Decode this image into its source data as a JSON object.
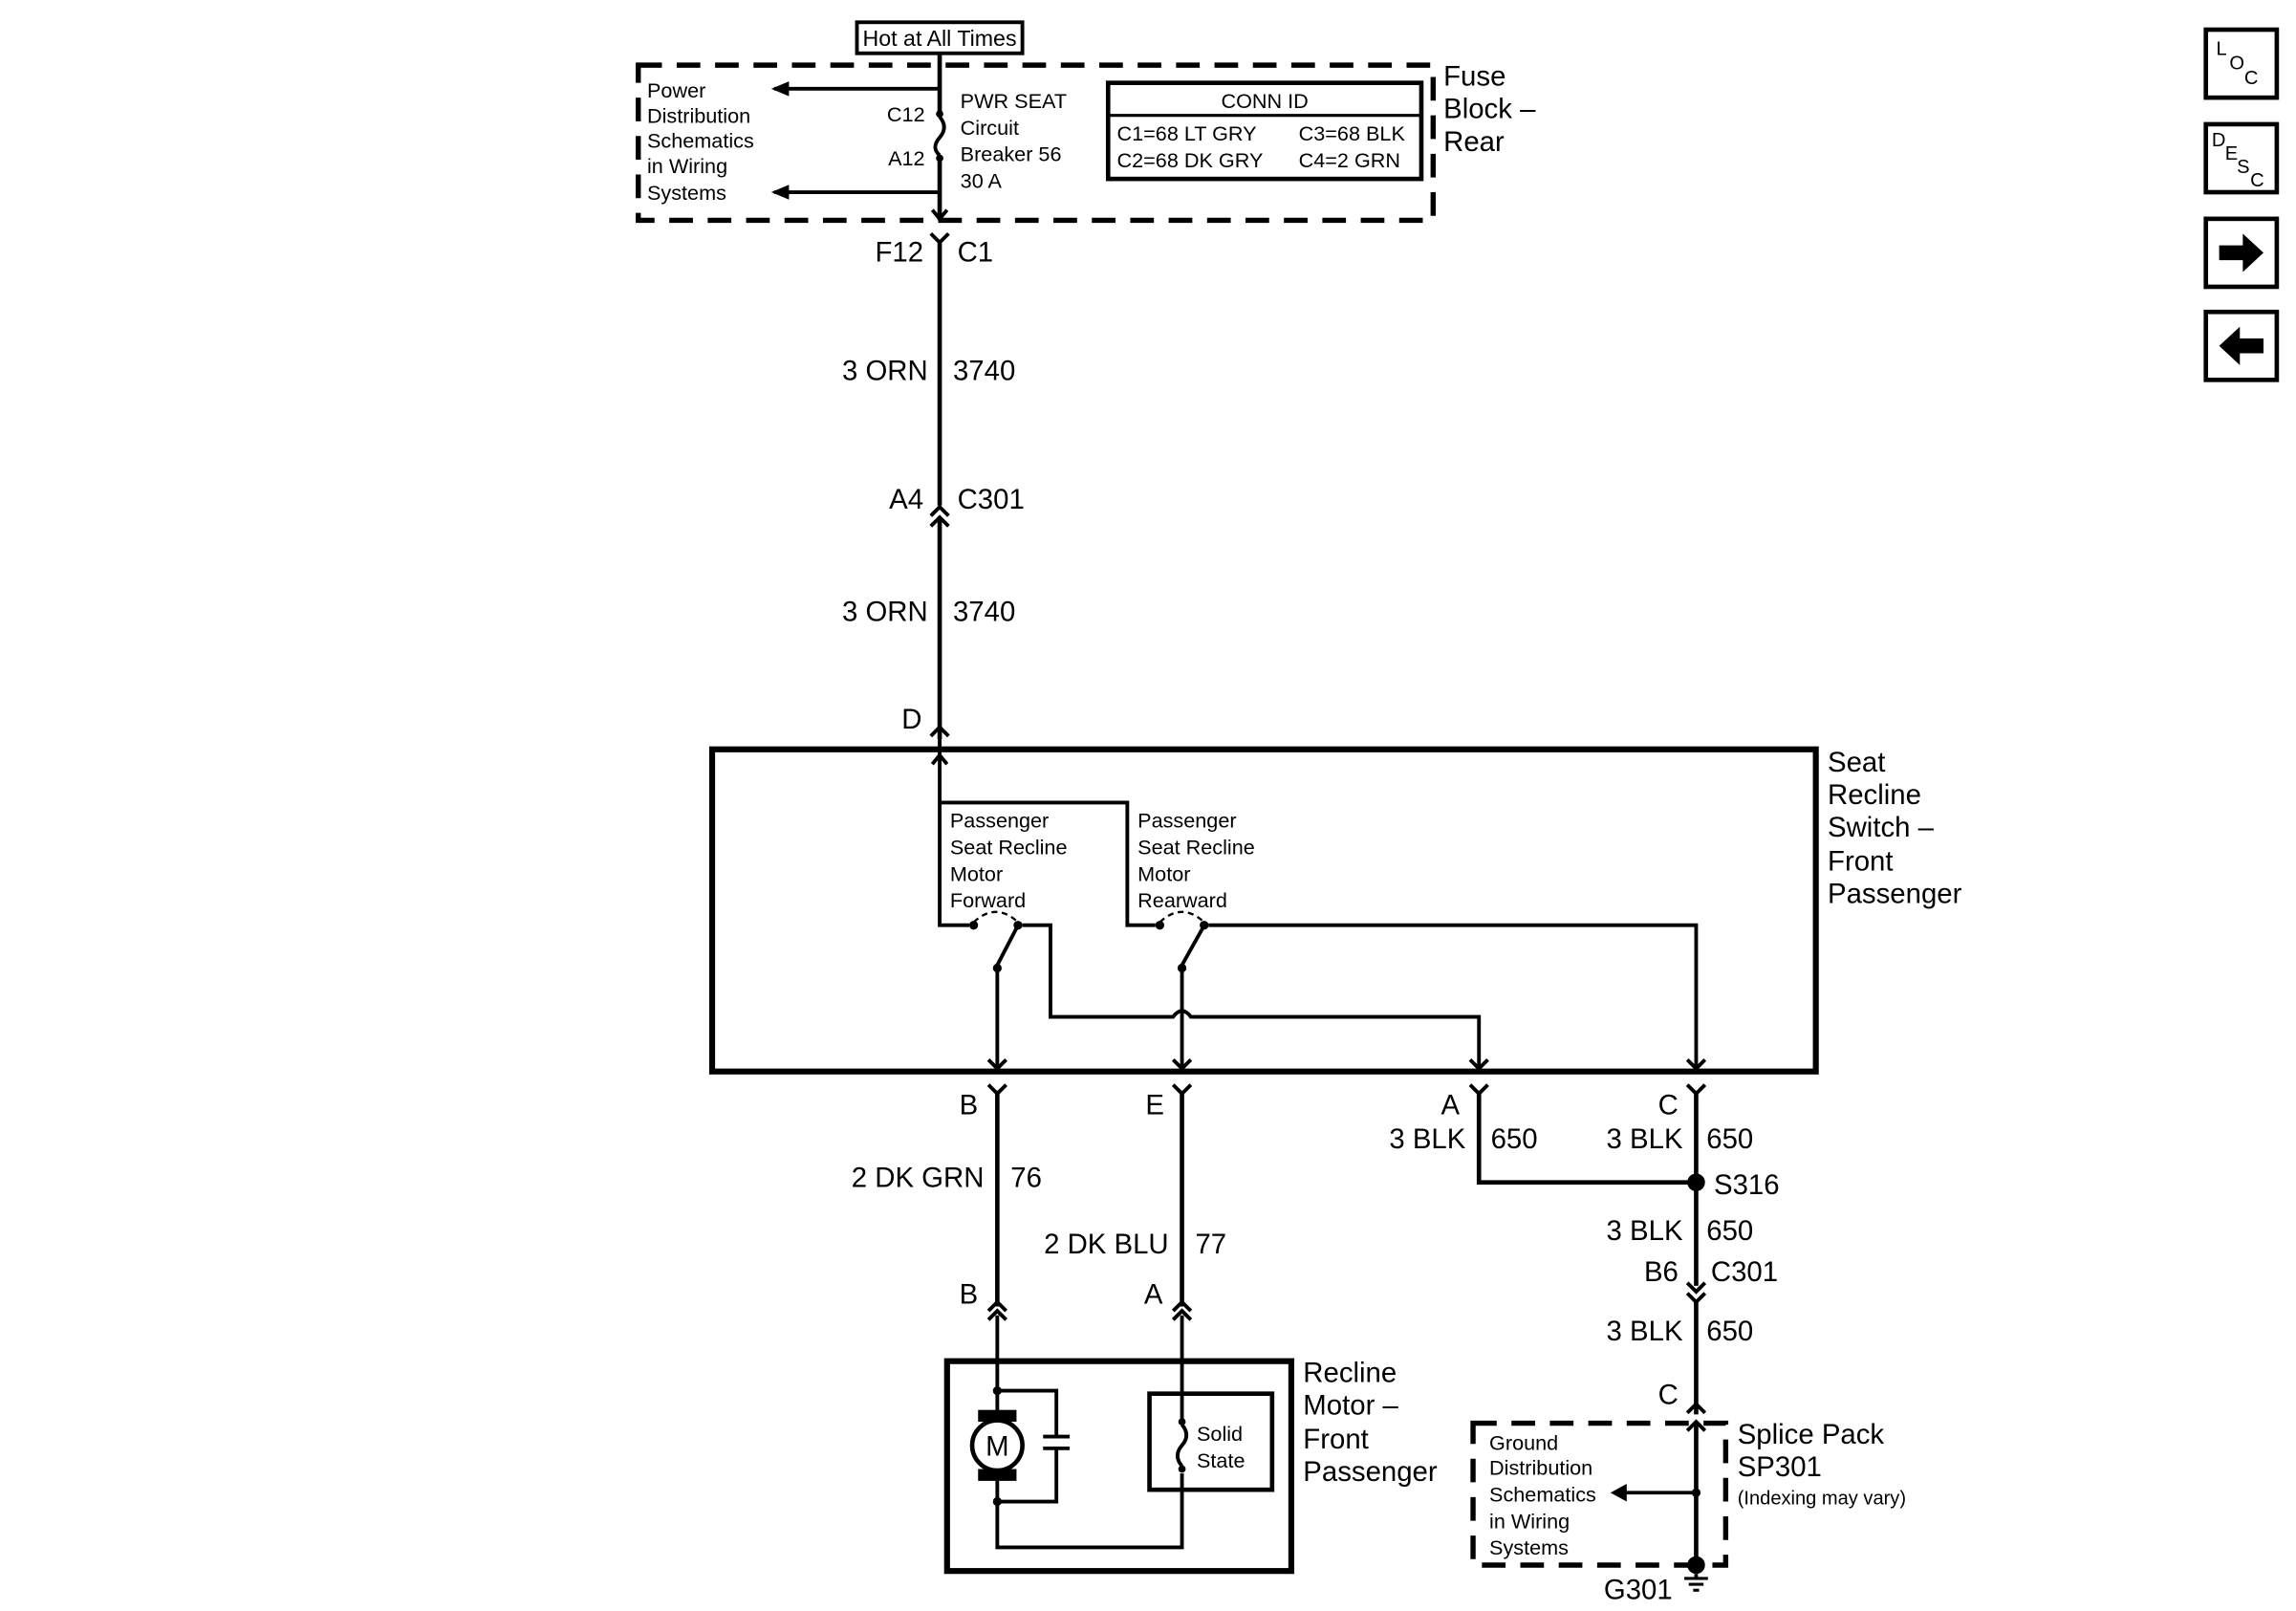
{
  "supply": {
    "label": "Hot at All Times"
  },
  "fuse_block": {
    "name_lines": [
      "Fuse",
      "Block –",
      "Rear"
    ],
    "left_note_lines": [
      "Power",
      "Distribution",
      "Schematics",
      "in Wiring",
      "Systems"
    ],
    "pin_top": "C12",
    "pin_bottom": "A12",
    "breaker_lines": [
      "PWR SEAT",
      "Circuit",
      "Breaker 56",
      "30 A"
    ],
    "conn_id": {
      "title": "CONN ID",
      "c1": "C1=68 LT GRY",
      "c3": "C3=68 BLK",
      "c2": "C2=68 DK GRY",
      "c4": "C4=2 GRN"
    },
    "terminal": "F12",
    "connector": "C1"
  },
  "wire_upper": {
    "gauge_color": "3 ORN",
    "circuit": "3740"
  },
  "c301_top": {
    "pin": "A4",
    "connector": "C301"
  },
  "wire_mid": {
    "gauge_color": "3 ORN",
    "circuit": "3740"
  },
  "switch": {
    "pin_in": "D",
    "name_lines": [
      "Seat",
      "Recline",
      "Switch –",
      "Front",
      "Passenger"
    ],
    "forward_lines": [
      "Passenger",
      "Seat Recline",
      "Motor",
      "Forward"
    ],
    "rearward_lines": [
      "Passenger",
      "Seat Recline",
      "Motor",
      "Rearward"
    ],
    "pins": {
      "b": "B",
      "e": "E",
      "a": "A",
      "c": "C"
    }
  },
  "wire_b": {
    "gauge_color": "2 DK GRN",
    "circuit": "76"
  },
  "wire_e": {
    "gauge_color": "2 DK BLU",
    "circuit": "77"
  },
  "wire_a": {
    "gauge_color": "3 BLK",
    "circuit": "650"
  },
  "wire_c": {
    "gauge_color": "3 BLK",
    "circuit": "650"
  },
  "splice": {
    "label": "S316"
  },
  "wire_after_splice": {
    "gauge_color": "3 BLK",
    "circuit": "650"
  },
  "c301_bottom": {
    "pin": "B6",
    "connector": "C301"
  },
  "wire_ground": {
    "gauge_color": "3 BLK",
    "circuit": "650"
  },
  "motor_block": {
    "pin_b": "B",
    "pin_a": "A",
    "name_lines": [
      "Recline",
      "Motor –",
      "Front",
      "Passenger"
    ],
    "motor_symbol": "M",
    "solid_state_lines": [
      "Solid",
      "State"
    ]
  },
  "splice_pack": {
    "pin": "C",
    "name_lines": [
      "Splice Pack",
      "SP301"
    ],
    "note": "(Indexing may vary)",
    "ground_note_lines": [
      "Ground",
      "Distribution",
      "Schematics",
      "in Wiring",
      "Systems"
    ],
    "ground": "G301"
  },
  "nav": {
    "loc": {
      "a": "L",
      "b": "O",
      "c": "C"
    },
    "desc": {
      "a": "D",
      "b": "E",
      "c": "S",
      "d": "C"
    },
    "next_icon": "arrow-right-icon",
    "prev_icon": "arrow-left-icon"
  }
}
